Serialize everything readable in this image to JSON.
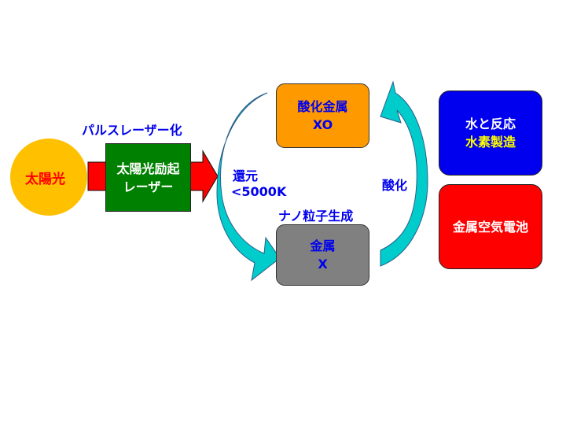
{
  "diagram": {
    "sun": {
      "label": "太陽光"
    },
    "laser_box": {
      "line1": "太陽光励起",
      "line2": "レーザー"
    },
    "pulse_label": "パルスレーザー化",
    "oxide_box": {
      "line1": "酸化金属",
      "line2": "XO"
    },
    "metal_box": {
      "line1": "金属",
      "line2": "X"
    },
    "reduction_label": {
      "line1": "還元",
      "line2": "<5000K"
    },
    "nano_label": "ナノ粒子生成",
    "oxidation_label": "酸化",
    "water_box": {
      "line1": "水と反応",
      "line2": "水素製造"
    },
    "battery_box": {
      "label": "金属空気電池"
    }
  },
  "colors": {
    "sun": "#ffc000",
    "sun_text": "#ff0000",
    "laser_box": "#008000",
    "arrow_red": "#ff0000",
    "oxide_box": "#ff9900",
    "metal_box": "#808080",
    "cycle_arrow": "#00cccc",
    "label_blue": "#0000ee",
    "water_box": "#0000ee",
    "water_text2": "#ffff00",
    "battery_box": "#ff0000",
    "white_text": "#ffffff"
  }
}
